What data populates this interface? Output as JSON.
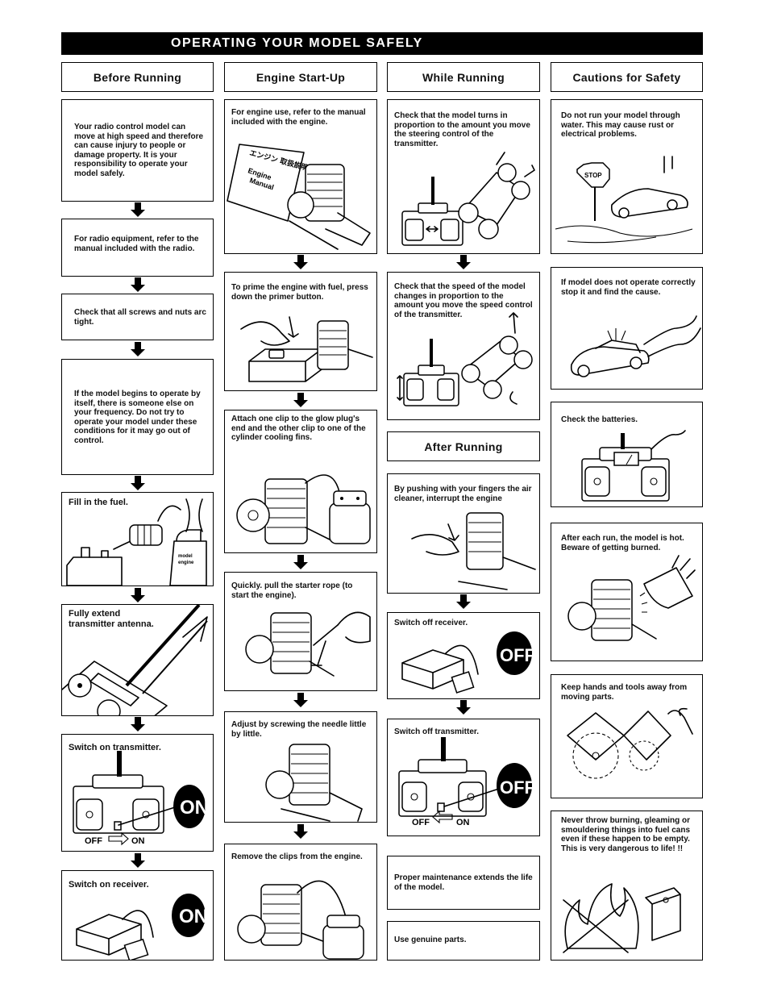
{
  "title": "OPERATING YOUR MODEL SAFELY",
  "columns": {
    "before": "Before Running",
    "engine": "Engine Start-Up",
    "while": "While Running",
    "cautions": "Cautions for Safety",
    "after": "After Running"
  },
  "before_running": [
    "Your radio control model can move at high speed and therefore can cause injury to people or damage property. It is your responsibility to operate your model safely.",
    "For radio equipment, refer to the manual included with the radio.",
    "Check that all screws and nuts arc tight.",
    "If the model begins to operate by itself, there is someone else on your frequency. Do not try to operate your model under these conditions for it may go out of control.",
    "Fill in the fuel.",
    "Fully extend transmitter antenna.",
    "Switch on transmitter.",
    "Switch on receiver."
  ],
  "engine_startup": [
    "For engine use, refer to the manual included with the engine.",
    "To prime the engine with fuel, press down the primer button.",
    "Attach one clip to the glow plug's end and the other clip to one of the cylinder cooling fins.",
    "Quickly. pull the starter rope (to start the engine).",
    "Adjust by screwing the needle little by little.",
    "Remove the clips from the engine."
  ],
  "while_running": [
    "Check that the model turns in proportion to the amount you move the steering control of the transmitter.",
    "Check that the speed of the model changes in proportion to the amount you move the speed control of the transmitter."
  ],
  "after_running": [
    "By pushing with your fingers the air cleaner, interrupt the engine",
    "Switch off receiver.",
    "Switch off transmitter.",
    "Proper maintenance extends the life of the model.",
    "Use genuine parts."
  ],
  "cautions": [
    "Do not run your model through water. This may cause rust or electrical problems.",
    "If model does not operate correctly stop it and find the cause.",
    "Check the batteries.",
    "After each run, the model is hot. Beware of getting burned.",
    "Keep hands and tools away from moving parts.",
    "Never throw burning, gleaming or smouldering things into fuel cans even if these happen to be empty. This is very dangerous to life! !!"
  ],
  "labels": {
    "on": "ON",
    "off": "OFF",
    "stop": "STOP",
    "manual_jp": "エンジン 取扱説明書",
    "manual_en1": "Engine",
    "manual_en2": "Manual"
  }
}
